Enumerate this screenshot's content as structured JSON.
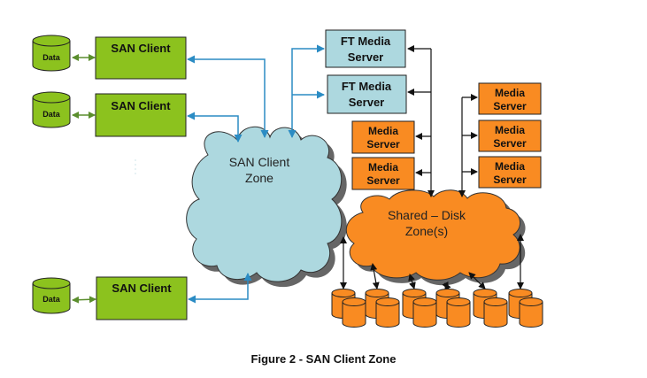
{
  "diagram": {
    "caption": "Figure 2 - SAN Client Zone",
    "colors": {
      "client_green": "#8CC21E",
      "data_green": "#8CC21E",
      "green_link": "#5B8E2E",
      "blue_link": "#2B8CC4",
      "ft_box": "#ADD8DF",
      "media_orange": "#F98B22",
      "cloud_blue": "#ADD8DF",
      "cloud_orange": "#F98B22",
      "black_link": "#111111"
    },
    "clients": [
      {
        "data_label": "Data",
        "client_label": "SAN Client"
      },
      {
        "data_label": "Data",
        "client_label": "SAN Client"
      },
      {
        "data_label": "Data",
        "client_label": "SAN Client"
      }
    ],
    "client_zone": {
      "line1": "SAN Client",
      "line2": "Zone"
    },
    "ft_servers": [
      {
        "line1": "FT Media",
        "line2": "Server"
      },
      {
        "line1": "FT Media",
        "line2": "Server"
      }
    ],
    "media_servers_left": [
      {
        "line1": "Media",
        "line2": "Server"
      },
      {
        "line1": "Media",
        "line2": "Server"
      }
    ],
    "media_servers_right": [
      {
        "line1": "Media",
        "line2": "Server"
      },
      {
        "line1": "Media",
        "line2": "Server"
      },
      {
        "line1": "Media",
        "line2": "Server"
      }
    ],
    "disk_zone": {
      "line1": "Shared – Disk",
      "line2": "Zone(s)"
    },
    "disk_groups": 6
  }
}
